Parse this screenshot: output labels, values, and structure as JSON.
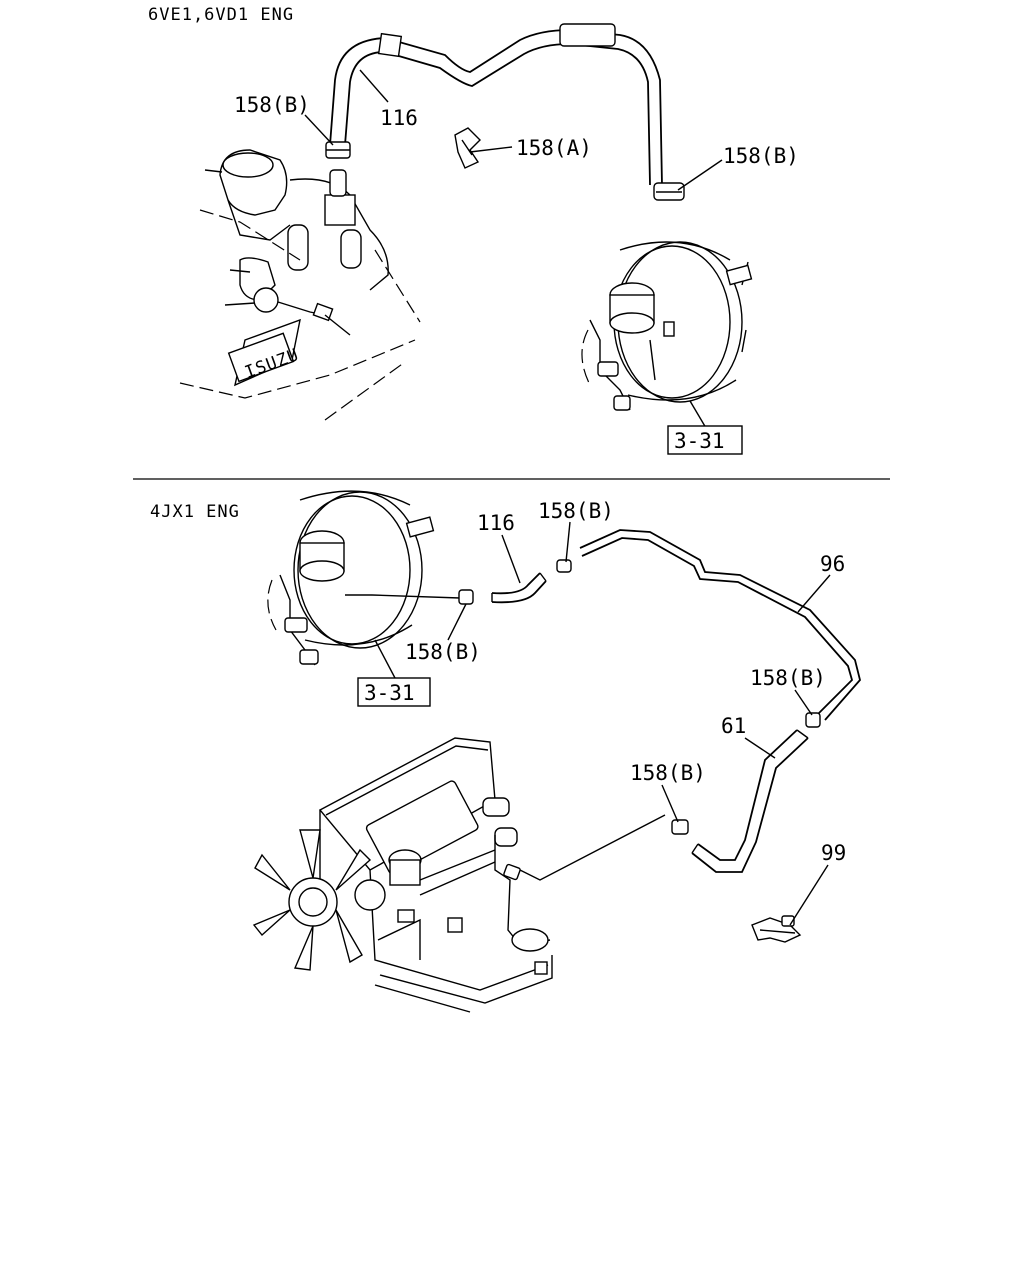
{
  "sections": {
    "top_title": "6VE1,6VD1 ENG",
    "bottom_title": "4JX1 ENG"
  },
  "callouts": {
    "top": {
      "hose_116": "116",
      "clip_158b_left": "158(B)",
      "clip_158a": "158(A)",
      "clip_158b_right": "158(B)",
      "ref_box": "3-31",
      "engine_badge": "ISUZU"
    },
    "bottom": {
      "hose_116": "116",
      "clip_158b_top": "158(B)",
      "clip_158b_mid": "158(B)",
      "pipe_96": "96",
      "clip_158b_right": "158(B)",
      "hose_61": "61",
      "clip_158b_low": "158(B)",
      "bracket_99": "99",
      "ref_box": "3-31"
    }
  },
  "colors": {
    "line": "#000000",
    "background": "#ffffff"
  }
}
